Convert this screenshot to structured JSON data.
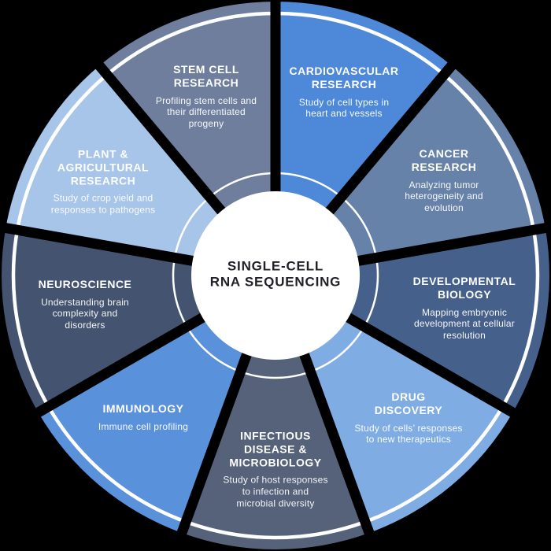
{
  "background": "#000000",
  "ring_color": "#ffffff",
  "center": {
    "title": "SINGLE-CELL\nRNA SEQUENCING",
    "text_color": "#221f27",
    "bg_color": "#ffffff"
  },
  "segments": [
    {
      "id": "cardiovascular-research",
      "title": "CARDIOVASCULAR\nRESEARCH",
      "description": "Study of cell types in\nheart and vessels",
      "color": "#4e89d9"
    },
    {
      "id": "cancer-research",
      "title": "CANCER\nRESEARCH",
      "description": "Analyzing tumor\nheterogeneity and\nevolution",
      "color": "#6782a8"
    },
    {
      "id": "developmental-biology",
      "title": "DEVELOPMENTAL\nBIOLOGY",
      "description": "Mapping embryonic\ndevelopment at cellular\nresolution",
      "color": "#45608a"
    },
    {
      "id": "drug-discovery",
      "title": "DRUG\nDISCOVERY",
      "description": "Study of cells’ responses\nto new therapeutics",
      "color": "#7fade3"
    },
    {
      "id": "infectious-disease-microbiology",
      "title": "INFECTIOUS\nDISEASE &\nMICROBIOLOGY",
      "description": "Study of host responses\nto infection and\nmicrobial diversity",
      "color": "#55627a"
    },
    {
      "id": "immunology",
      "title": "IMMUNOLOGY",
      "description": "Immune cell profiling",
      "color": "#5991db"
    },
    {
      "id": "neuroscience",
      "title": "NEUROSCIENCE",
      "description": "Understanding brain\ncomplexity and\ndisorders",
      "color": "#44536f"
    },
    {
      "id": "plant-agricultural-research",
      "title": "PLANT &\nAGRICULTURAL\nRESEARCH",
      "description": "Study of crop yield and\nresponses to pathogens",
      "color": "#a7c4e9"
    },
    {
      "id": "stem-cell-research",
      "title": "STEM CELL\nRESEARCH",
      "description": "Profiling stem cells and\ntheir differentiated\nprogeny",
      "color": "#6e7e9c"
    }
  ]
}
